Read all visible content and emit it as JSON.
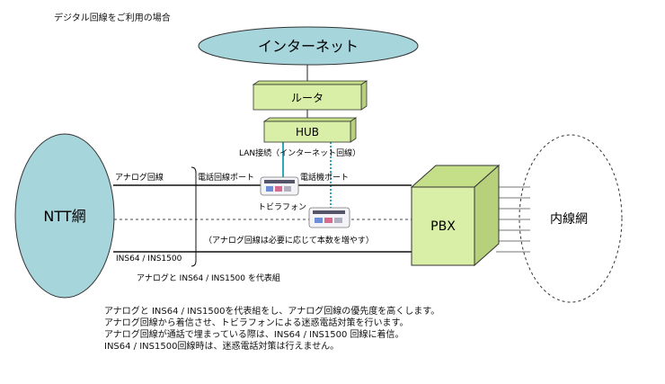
{
  "title": "デジタル回線をご利用の場合",
  "nodes": {
    "internet": "インターネット",
    "router": "ルータ",
    "hub": "HUB",
    "ntt": "NTT網",
    "pbx": "PBX",
    "extension": "内線網"
  },
  "labels": {
    "lan": "LAN接続（インターネット回線）",
    "analog_line": "アナログ回線",
    "phone_line_port": "電話回線ポート",
    "phone_device_port": "電話機ポート",
    "toviraphone": "トビラフォン",
    "analog_note": "（アナログ回線は必要に応じて本数を増やす）",
    "ins_line": "INS64 / INS1500",
    "rep_group": "アナログと INS64 / INS1500 を代表組"
  },
  "notes": [
    "アナログと INS64 / INS1500を代表組をし、アナログ回線の優先度を高くします。",
    "アナログ回線から着信させ、トビラフォンによる迷惑電話対策を行います。",
    "アナログ回線が通話で埋まっている際は、INS64 / INS1500 回線に着信。",
    "INS64 / INS1500回線時は、迷惑電話対策は行えません。"
  ],
  "colors": {
    "internet_fill": "#a7d5dc",
    "box_fill": "#d9eea6",
    "pbx_fill": "#d9eea6",
    "pbx_dark": "#b6d07c",
    "ntt_fill": "#a7d5dc",
    "lan_line": "#33a7b4",
    "dashed_line": "#3a3a3a"
  }
}
